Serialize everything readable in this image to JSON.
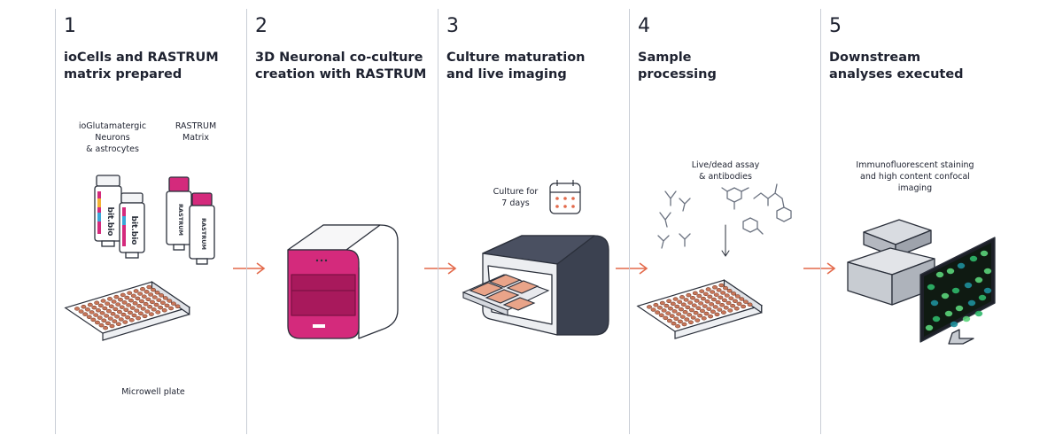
{
  "steps": [
    {
      "number": "1",
      "title": "ioCells and RASTRUM\nmatrix prepared"
    },
    {
      "number": "2",
      "title": "3D Neuronal co-culture\ncreation with RASTRUM"
    },
    {
      "number": "3",
      "title": "Culture maturation\nand live imaging"
    },
    {
      "number": "4",
      "title": "Sample\nprocessing"
    },
    {
      "number": "5",
      "title": "Downstream\nanalyses executed"
    }
  ],
  "labels": {
    "neurons": "ioGlutamatergic\nNeurons\n& astrocytes",
    "matrix": "RASTRUM\nMatrix",
    "plate": "Microwell plate",
    "culture": "Culture for\n7 days",
    "assay": "Live/dead assay\n& antibodies",
    "imaging": "Immunofluorescent staining\nand high content confocal\nimaging"
  },
  "vial_text": {
    "bitbio": "bit.bio",
    "rastrum": "RASTRUM"
  },
  "colors": {
    "accent_arrow": "#e3694a",
    "well": "#c9775a",
    "printer": "#d42a7c",
    "outline": "#2a2f3a",
    "line": "#c9ced6"
  },
  "icons": [
    "calendar-icon",
    "antibody-icon",
    "molecule-icon",
    "arrow-right-icon"
  ]
}
